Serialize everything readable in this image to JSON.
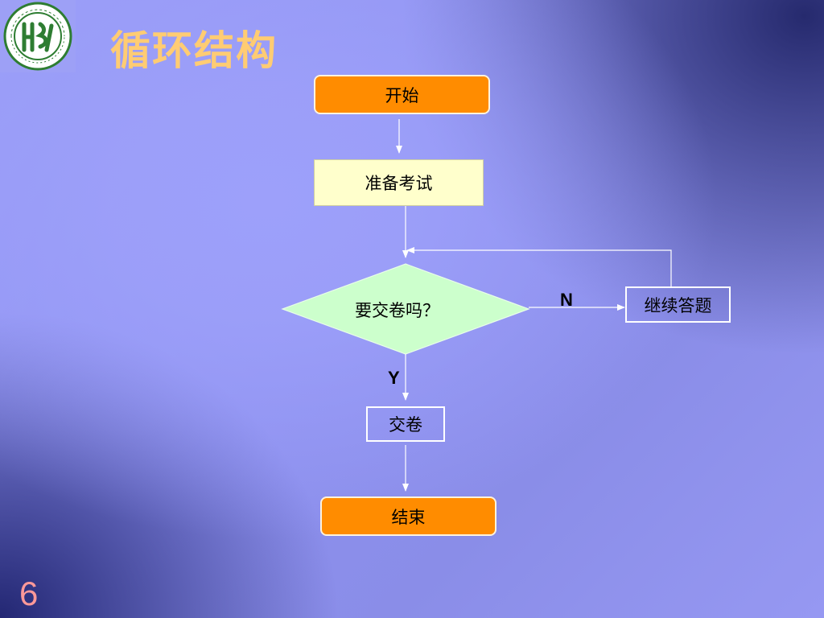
{
  "slide": {
    "title": "循环结构",
    "page_number": "6"
  },
  "logo": {
    "icon": "university-seal-icon"
  },
  "flowchart": {
    "start": "开始",
    "prepare": "准备考试",
    "decision": "要交卷吗？",
    "continue": "继续答题",
    "submit": "交卷",
    "end": "结束",
    "label_no": "N",
    "label_yes": "Y"
  },
  "colors": {
    "title": "#ffcc73",
    "terminal_fill": "#ff8c00",
    "process_fill": "#ffffcc",
    "decision_fill": "#ccffcc",
    "page_number": "#ff9999",
    "connector": "#ffffff"
  }
}
